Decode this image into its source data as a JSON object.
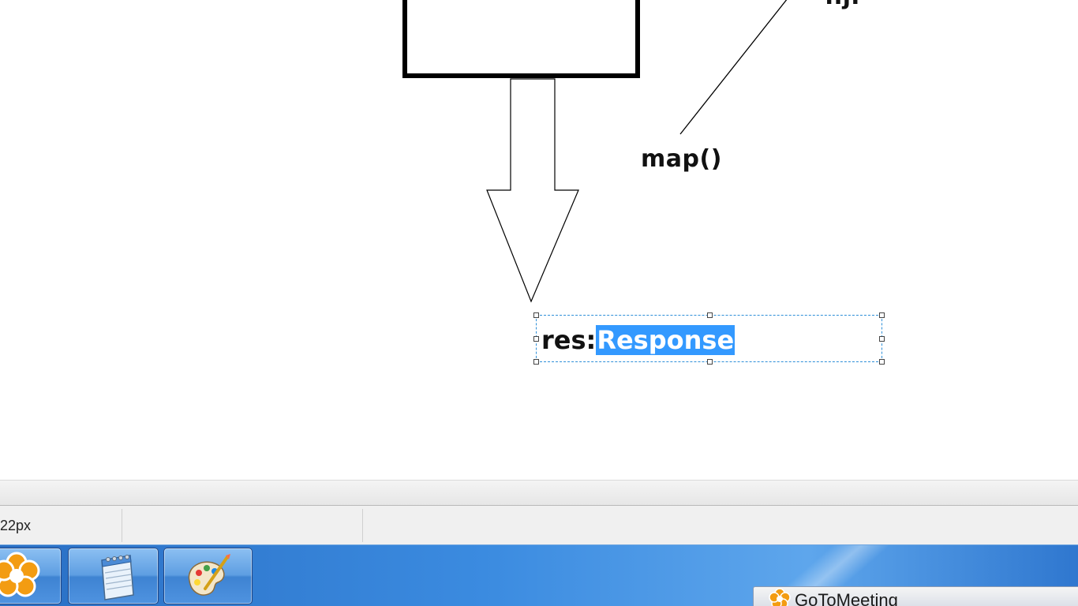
{
  "canvas": {
    "labels": {
      "map": "map()",
      "top_partial": "..j."
    },
    "textbox": {
      "prefix": "res:",
      "selected": "Response"
    }
  },
  "statusbar": {
    "size_text": "22px",
    "cell2_text": ""
  },
  "taskbar": {
    "buttons": [
      {
        "name": "gotomeeting-task",
        "icon": "gotomeeting-flower-icon"
      },
      {
        "name": "notepad-task",
        "icon": "notepad-icon"
      },
      {
        "name": "paint-task",
        "icon": "paint-palette-icon"
      }
    ],
    "popup_title": "GoToMeeting"
  },
  "colors": {
    "selection": "#3399ff",
    "textbox_border": "#2e8fd8",
    "taskbar": "#3b8be0",
    "gotomeeting_orange": "#f39c12"
  }
}
